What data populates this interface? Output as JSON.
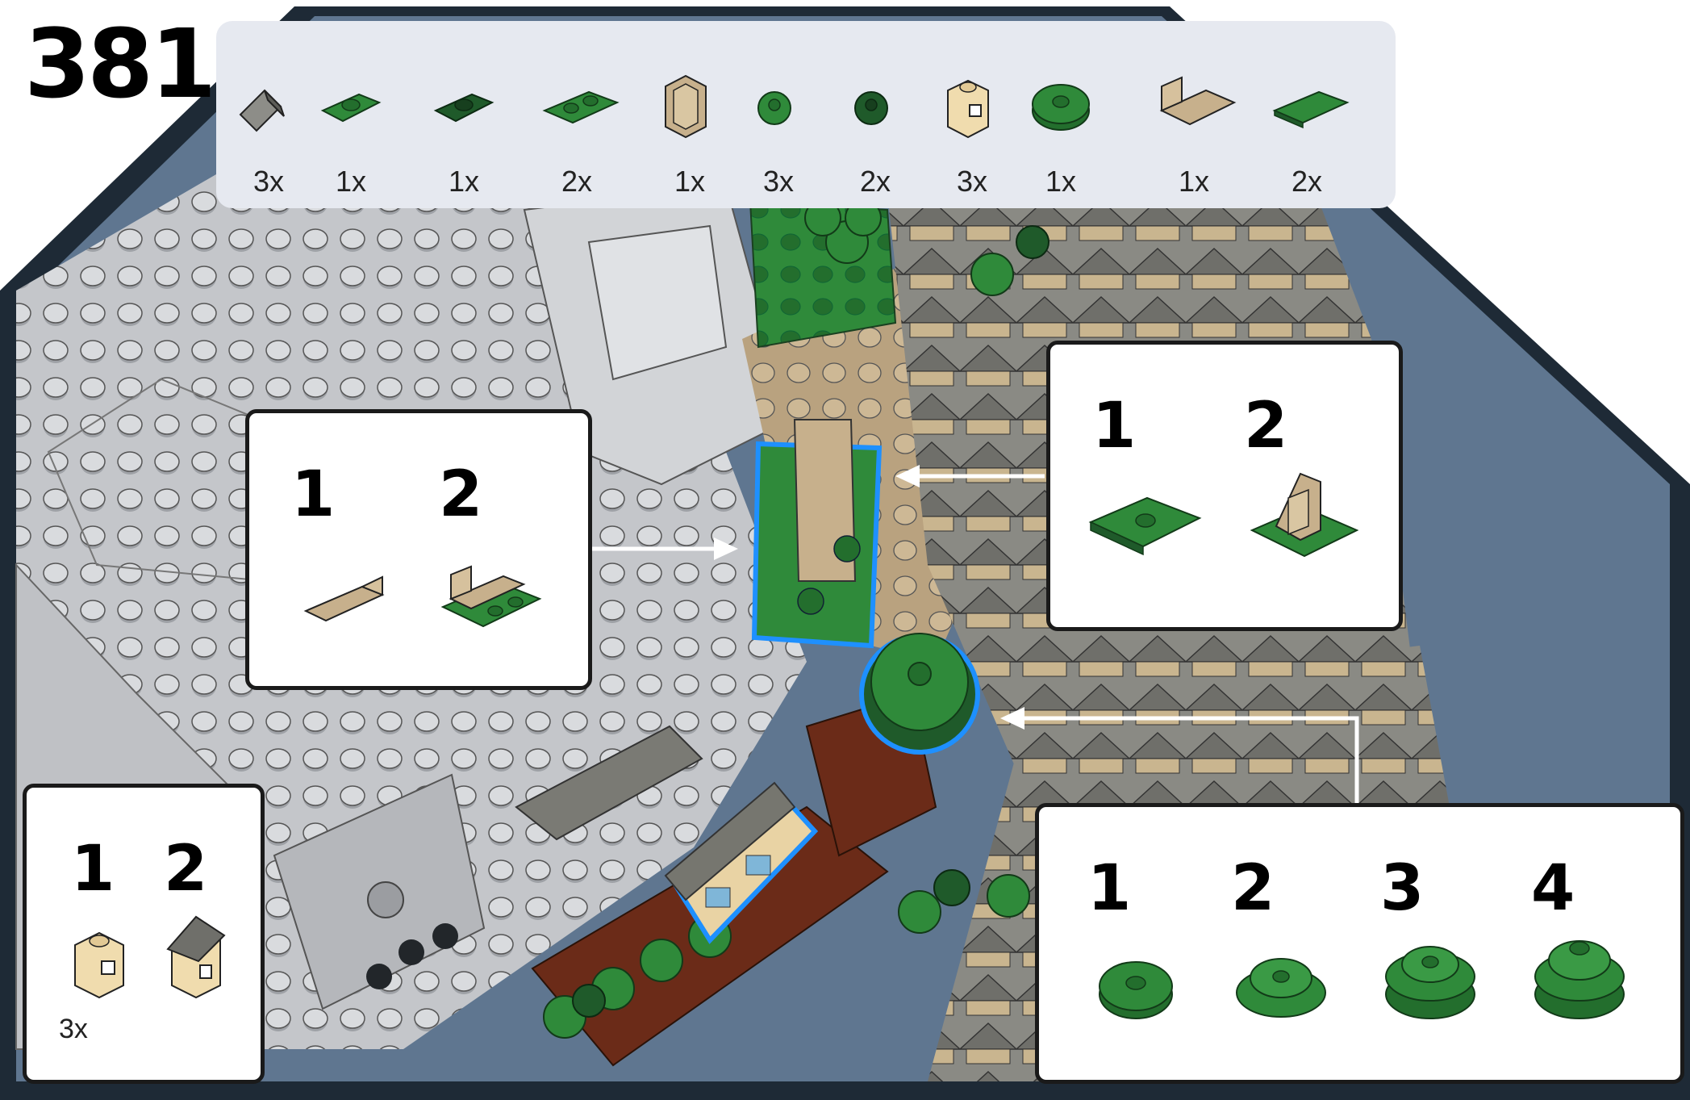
{
  "step": {
    "number": "381"
  },
  "parts_list": [
    {
      "icon": "dark-gray-slope-icon",
      "qty": "3x"
    },
    {
      "icon": "green-jumper-plate-icon",
      "qty": "1x"
    },
    {
      "icon": "dark-green-jumper-plate-icon",
      "qty": "1x"
    },
    {
      "icon": "green-plate-1x2-icon",
      "qty": "2x"
    },
    {
      "icon": "tan-corner-panel-icon",
      "qty": "1x"
    },
    {
      "icon": "green-flower-plate-icon",
      "qty": "3x"
    },
    {
      "icon": "dark-green-flower-plate-icon",
      "qty": "2x"
    },
    {
      "icon": "tan-brick-clip-icon",
      "qty": "3x"
    },
    {
      "icon": "green-round-plate-icon",
      "qty": "1x"
    },
    {
      "icon": "tan-panel-icon",
      "qty": "1x"
    },
    {
      "icon": "green-tile-icon",
      "qty": "2x"
    }
  ],
  "callouts": {
    "left_sub": {
      "steps": [
        "1",
        "2"
      ]
    },
    "right_sub": {
      "steps": [
        "1",
        "2"
      ]
    },
    "bottom_left_sub": {
      "steps": [
        "1",
        "2"
      ],
      "count": "3x"
    },
    "bottom_right_sub": {
      "steps": [
        "1",
        "2",
        "3",
        "4"
      ]
    }
  },
  "colors": {
    "baseplate_blue": "#5f7690",
    "light_gray": "#c9cbcf",
    "green": "#2f8a3a",
    "dark_green": "#1f5a2a",
    "tan": "#c7b08c",
    "highlight": "#1e90ff"
  }
}
